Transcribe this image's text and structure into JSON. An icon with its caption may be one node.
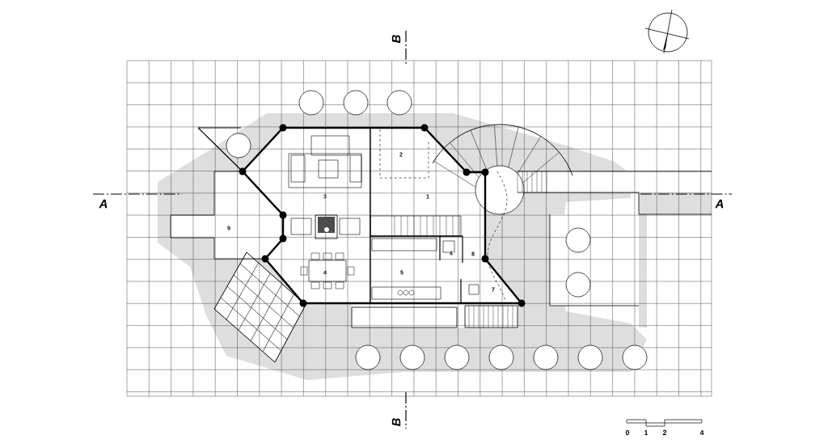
{
  "diagram": {
    "labels": [
      "B",
      "2",
      "3",
      "1",
      "A",
      "A",
      "9",
      "6",
      "8",
      "4",
      "5",
      "7",
      "B",
      "0",
      "1",
      "2",
      "4"
    ]
  }
}
